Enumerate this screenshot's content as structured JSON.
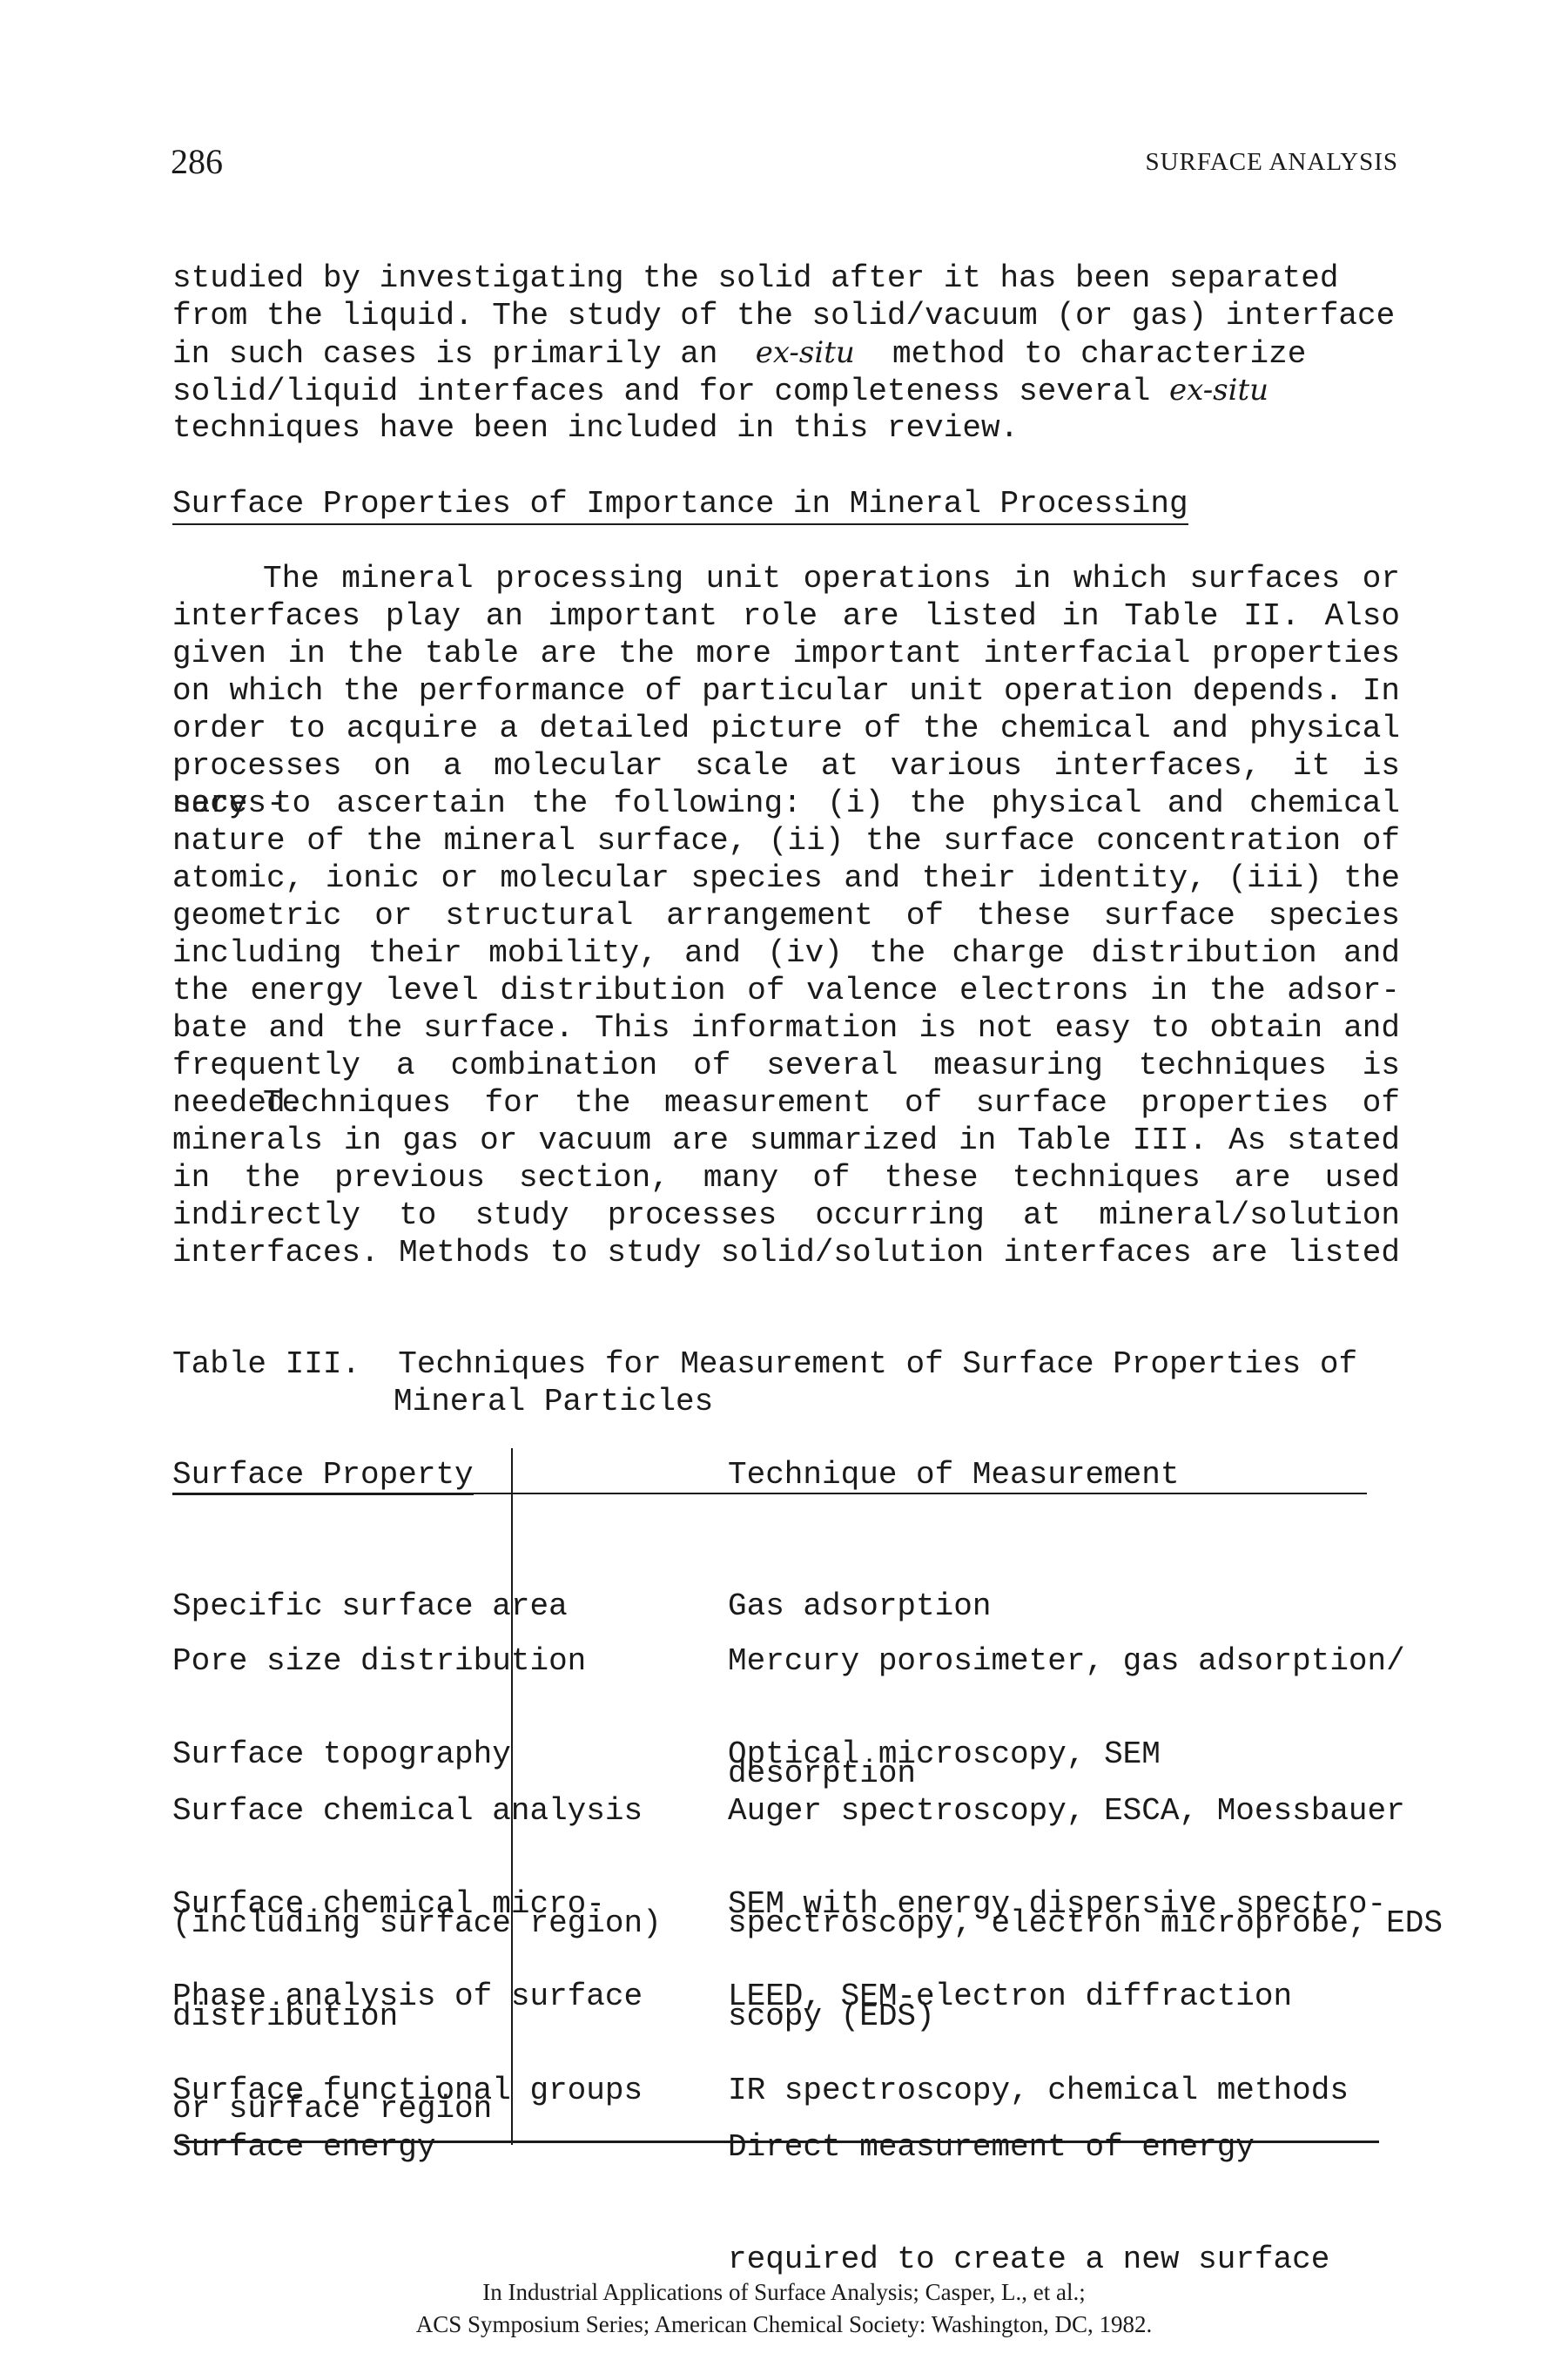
{
  "header": {
    "page_number": "286",
    "running_title": "SURFACE ANALYSIS"
  },
  "intro_lines": [
    "studied by investigating the solid after it has been separated",
    "from the liquid. The study of the solid/vacuum (or gas) interface",
    "in such cases is primarily an",
    "ex-situ",
    "method to characterize",
    "solid/liquid interfaces and for completeness several",
    "techniques have been included in this review."
  ],
  "section_heading": "Surface Properties of Importance in Mineral Processing",
  "paragraph_lines": [
    "The mineral processing unit operations in which surfaces or",
    "interfaces play an important role are listed in Table II. Also",
    "given in the table are the more important interfacial properties",
    "on which the performance of particular unit operation depends. In",
    "order to acquire a detailed picture of the chemical and physical",
    "processes on a molecular scale at various interfaces, it is neces-",
    "sary to ascertain the following: (i) the physical and chemical",
    "nature of the mineral surface, (ii) the surface concentration of",
    "atomic, ionic or molecular species and their identity, (iii) the",
    "geometric or structural arrangement of these surface species",
    "including their mobility, and (iv) the charge distribution and",
    "the energy level distribution of valence electrons in the adsor-",
    "bate and the surface. This information is not easy to obtain and",
    "frequently a combination of several measuring techniques is needed.",
    "Techniques for the measurement of surface properties of",
    "minerals in gas or vacuum are summarized in Table III. As stated",
    "in the previous section, many of these techniques are used",
    "indirectly to study processes occurring at mineral/solution",
    "interfaces. Methods to study solid/solution interfaces are listed"
  ],
  "table": {
    "caption_label": "Table III.",
    "caption_line1": "Techniques for Measurement of Surface Properties of",
    "caption_line2": "Mineral Particles",
    "col_property": "Surface Property",
    "col_technique": "Technique of Measurement",
    "rows": [
      {
        "property": [
          "Specific surface area"
        ],
        "technique": [
          "Gas adsorption"
        ]
      },
      {
        "property": [
          "Pore size distribution"
        ],
        "technique": [
          "Mercury porosimeter, gas adsorption/",
          "desorption"
        ]
      },
      {
        "property": [
          "Surface topography"
        ],
        "technique": [
          "Optical microscopy, SEM"
        ]
      },
      {
        "property": [
          "Surface chemical analysis",
          "(including surface region)"
        ],
        "technique": [
          "Auger spectroscopy, ESCA, Moessbauer",
          "spectroscopy, electron microprobe, EDS"
        ]
      },
      {
        "property": [
          "Surface chemical micro-",
          "distribution"
        ],
        "technique": [
          "SEM with energy dispersive spectro-",
          "scopy (EDS)"
        ]
      },
      {
        "property": [
          "Phase analysis of surface",
          "or surface region"
        ],
        "technique": [
          "LEED, SEM-electron diffraction"
        ]
      },
      {
        "property": [
          "Surface functional groups"
        ],
        "technique": [
          "IR spectroscopy, chemical methods"
        ]
      },
      {
        "property": [
          "Surface energy"
        ],
        "technique": [
          "Direct measurement of energy",
          "required to create a new surface"
        ]
      }
    ]
  },
  "footer": {
    "line1": "In Industrial Applications of Surface Analysis; Casper, L., et al.;",
    "line2": "ACS Symposium Series; American Chemical Society: Washington, DC, 1982."
  }
}
